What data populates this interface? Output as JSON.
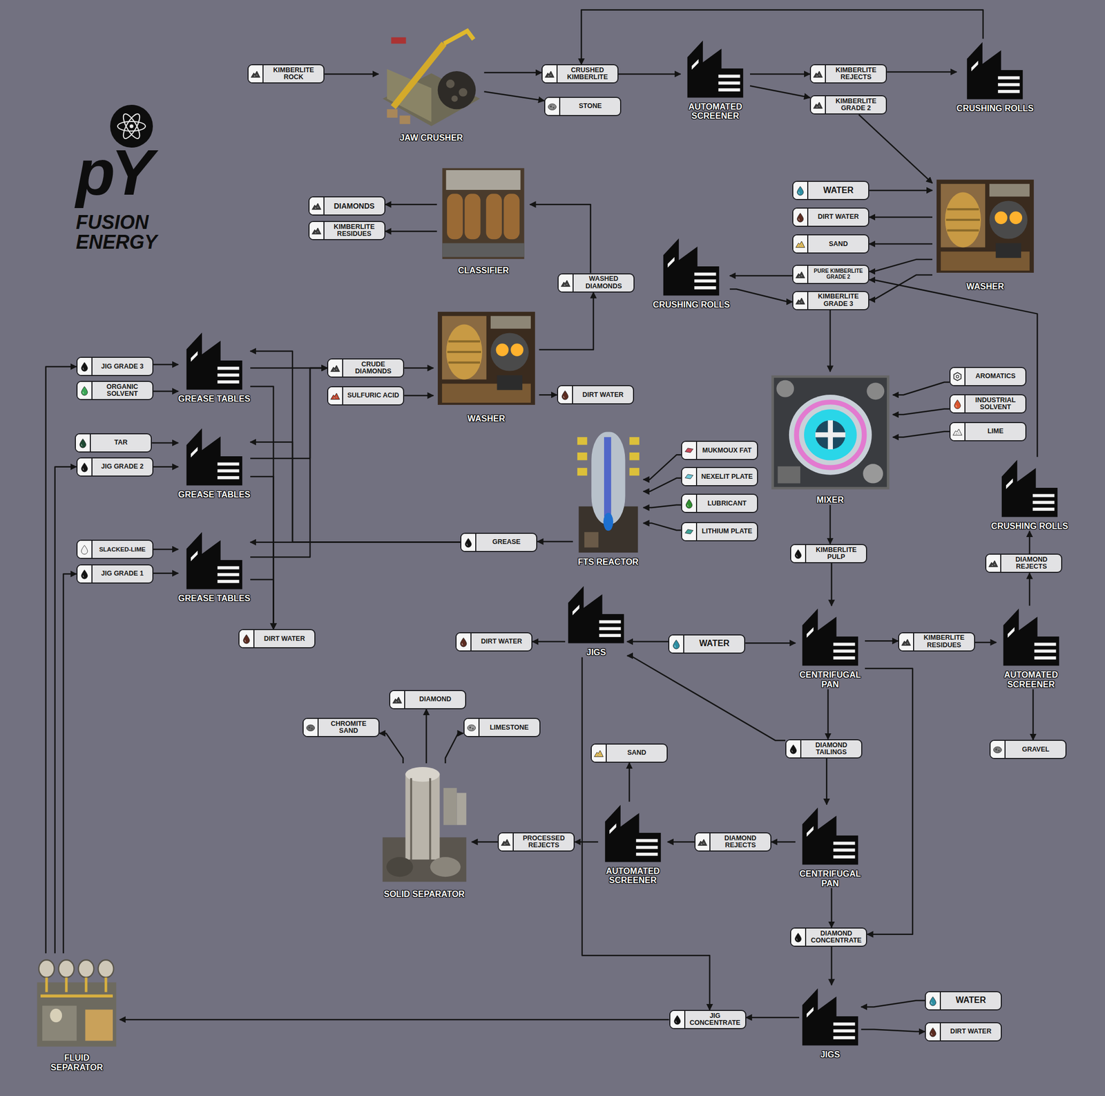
{
  "diagram": {
    "nodes": [
      {
        "text": [
          "KIMBERLITE ROCK"
        ]
      },
      {
        "text": [
          "JAW CRUSHER"
        ]
      },
      {
        "text": [
          "CRUSHED KIMBERLITE"
        ]
      },
      {
        "text": [
          "STONE"
        ]
      },
      {
        "text": [
          "AUTOMATED SCREENER"
        ]
      },
      {
        "text": [
          "KIMBERLITE REJECTS"
        ]
      },
      {
        "text": [
          "KIMBERLITE GRADE 2"
        ]
      },
      {
        "text": [
          "CRUSHING ROLLS"
        ]
      },
      {
        "text": [
          "WATER"
        ]
      },
      {
        "text": [
          "DIRT WATER"
        ]
      },
      {
        "text": [
          "SAND"
        ]
      },
      {
        "text": [
          "PURE KIMBERLITE GRADE 2"
        ]
      },
      {
        "text": [
          "KIMBERLITE GRADE 3"
        ]
      },
      {
        "text": [
          "WASHER"
        ]
      },
      {
        "text": [
          "DIAMONDS"
        ]
      },
      {
        "text": [
          "KIMBERLITE RESIDUES"
        ]
      },
      {
        "text": [
          "CLASSIFIER"
        ]
      },
      {
        "text": [
          "CRUSHING ROLLS"
        ]
      },
      {
        "text": [
          "WASHED DIAMONDS"
        ]
      },
      {
        "text": [
          "JIG GRADE 3"
        ]
      },
      {
        "text": [
          "ORGANIC SOLVENT"
        ]
      },
      {
        "text": [
          "GREASE TABLES"
        ]
      },
      {
        "text": [
          "CRUDE DIAMONDS"
        ]
      },
      {
        "text": [
          "SULFURIC ACID"
        ]
      },
      {
        "text": [
          "WASHER"
        ]
      },
      {
        "text": [
          "DIRT WATER"
        ]
      },
      {
        "text": [
          "AROMATICS"
        ]
      },
      {
        "text": [
          "INDUSTRIAL SOLVENT"
        ]
      },
      {
        "text": [
          "LIME"
        ]
      },
      {
        "text": [
          "MIXER"
        ]
      },
      {
        "text": [
          "TAR"
        ]
      },
      {
        "text": [
          "JIG GRADE 2"
        ]
      },
      {
        "text": [
          "GREASE TABLES"
        ]
      },
      {
        "text": [
          "MUKMOUX FAT"
        ]
      },
      {
        "text": [
          "NEXELIT PLATE"
        ]
      },
      {
        "text": [
          "LUBRICANT"
        ]
      },
      {
        "text": [
          "LITHIUM PLATE"
        ]
      },
      {
        "text": [
          "FTS REACTOR"
        ]
      },
      {
        "text": [
          "CRUSHING ROLLS"
        ]
      },
      {
        "text": [
          "GREASE"
        ]
      },
      {
        "text": [
          "SLACKED-LIME"
        ]
      },
      {
        "text": [
          "JIG GRADE 1"
        ]
      },
      {
        "text": [
          "GREASE TABLES"
        ]
      },
      {
        "text": [
          "KIMBERLITE PULP"
        ]
      },
      {
        "text": [
          "DIAMOND REJECTS"
        ]
      },
      {
        "text": [
          "JIGS"
        ]
      },
      {
        "text": [
          "DIRT WATER"
        ]
      },
      {
        "text": [
          "DIRT WATER"
        ]
      },
      {
        "text": [
          "WATER"
        ]
      },
      {
        "text": [
          "CENTRIFUGAL PAN"
        ]
      },
      {
        "text": [
          "KIMBERLITE RESIDUES"
        ]
      },
      {
        "text": [
          "AUTOMATED SCREENER"
        ]
      },
      {
        "text": [
          "DIAMOND"
        ]
      },
      {
        "text": [
          "CHROMITE SAND"
        ]
      },
      {
        "text": [
          "LIMESTONE"
        ]
      },
      {
        "text": [
          "DIAMOND TAILINGS"
        ]
      },
      {
        "text": [
          "GRAVEL"
        ]
      },
      {
        "text": [
          "SAND"
        ]
      },
      {
        "text": [
          "SOLID SEPARATOR"
        ]
      },
      {
        "text": [
          "AUTOMATED SCREENER"
        ]
      },
      {
        "text": [
          "PROCESSED REJECTS"
        ]
      },
      {
        "text": [
          "DIAMOND REJECTS"
        ]
      },
      {
        "text": [
          "CENTRIFUGAL PAN"
        ]
      },
      {
        "text": [
          "DIAMOND CONCENTRATE"
        ]
      },
      {
        "text": [
          "WATER"
        ]
      },
      {
        "text": [
          "FLUID SEPARATOR"
        ]
      },
      {
        "text": [
          "JIGS"
        ]
      },
      {
        "text": [
          "JIG CONCENTRATE"
        ]
      },
      {
        "text": [
          "DIRT WATER"
        ]
      }
    ],
    "edges": [
      {
        "from": 0,
        "to": 1,
        "arrow": "to"
      },
      {
        "from": 1,
        "to": 2,
        "arrow": "to"
      },
      {
        "from": 1,
        "to": 3,
        "arrow": "to"
      },
      {
        "from": 2,
        "to": 4,
        "arrow": "to"
      },
      {
        "from": 4,
        "to": 5,
        "arrow": "to"
      },
      {
        "from": 4,
        "to": 6,
        "arrow": "to"
      },
      {
        "from": 5,
        "to": 7,
        "arrow": "to"
      },
      {
        "from": 7,
        "to": 2,
        "arrow": "to"
      },
      {
        "from": 6,
        "to": 13,
        "arrow": "to"
      },
      {
        "from": 8,
        "to": 13,
        "arrow": "to"
      },
      {
        "from": 13,
        "to": 9,
        "arrow": "to"
      },
      {
        "from": 13,
        "to": 10,
        "arrow": "to"
      },
      {
        "from": 13,
        "to": 11,
        "arrow": "to"
      },
      {
        "from": 13,
        "to": 12,
        "arrow": "to"
      },
      {
        "from": 11,
        "to": 17,
        "arrow": "to"
      },
      {
        "from": 17,
        "to": 12,
        "arrow": "to"
      },
      {
        "from": 12,
        "to": 29,
        "arrow": "to"
      },
      {
        "from": 26,
        "to": 29,
        "arrow": "to"
      },
      {
        "from": 27,
        "to": 29,
        "arrow": "to"
      },
      {
        "from": 28,
        "to": 29,
        "arrow": "to"
      },
      {
        "from": 29,
        "to": 43,
        "arrow": "to"
      },
      {
        "from": 43,
        "to": 49,
        "arrow": "to"
      },
      {
        "from": 48,
        "to": 49,
        "arrow": "to"
      },
      {
        "from": 48,
        "to": 45,
        "arrow": "to"
      },
      {
        "from": 49,
        "to": 50,
        "arrow": "to"
      },
      {
        "from": 50,
        "to": 51,
        "arrow": "to"
      },
      {
        "from": 51,
        "to": 44,
        "arrow": "to"
      },
      {
        "from": 51,
        "to": 56,
        "arrow": "to"
      },
      {
        "from": 44,
        "to": 38,
        "arrow": "to"
      },
      {
        "from": 38,
        "to": 11,
        "arrow": "to"
      },
      {
        "from": 49,
        "to": 55,
        "arrow": "to"
      },
      {
        "from": 49,
        "to": 63,
        "arrow": "to"
      },
      {
        "from": 55,
        "to": 45,
        "arrow": "to"
      },
      {
        "from": 55,
        "to": 62,
        "arrow": "to"
      },
      {
        "from": 62,
        "to": 61,
        "arrow": "to"
      },
      {
        "from": 61,
        "to": 59,
        "arrow": "to"
      },
      {
        "from": 59,
        "to": 57,
        "arrow": "to"
      },
      {
        "from": 59,
        "to": 60,
        "arrow": "to"
      },
      {
        "from": 60,
        "to": 58,
        "arrow": "to"
      },
      {
        "from": 58,
        "to": 53,
        "arrow": "to"
      },
      {
        "from": 58,
        "to": 52,
        "arrow": "to"
      },
      {
        "from": 58,
        "to": 54,
        "arrow": "to"
      },
      {
        "from": 45,
        "to": 47,
        "arrow": "to"
      },
      {
        "from": 45,
        "to": 67,
        "arrow": "to"
      },
      {
        "from": 62,
        "to": 63,
        "arrow": "to"
      },
      {
        "from": 63,
        "to": 66,
        "arrow": "to"
      },
      {
        "from": 64,
        "to": 66,
        "arrow": "to"
      },
      {
        "from": 66,
        "to": 68,
        "arrow": "to"
      },
      {
        "from": 66,
        "to": 67,
        "arrow": "to"
      },
      {
        "from": 67,
        "to": 65,
        "arrow": "to"
      },
      {
        "from": 65,
        "to": 19,
        "arrow": "to"
      },
      {
        "from": 65,
        "to": 31,
        "arrow": "to"
      },
      {
        "from": 65,
        "to": 41,
        "arrow": "to"
      },
      {
        "from": 19,
        "to": 21,
        "arrow": "to"
      },
      {
        "from": 20,
        "to": 21,
        "arrow": "to"
      },
      {
        "from": 30,
        "to": 32,
        "arrow": "to"
      },
      {
        "from": 31,
        "to": 32,
        "arrow": "to"
      },
      {
        "from": 40,
        "to": 42,
        "arrow": "to"
      },
      {
        "from": 41,
        "to": 42,
        "arrow": "to"
      },
      {
        "from": 21,
        "to": 22,
        "arrow": "to"
      },
      {
        "from": 32,
        "to": 22,
        "arrow": "to"
      },
      {
        "from": 42,
        "to": 22,
        "arrow": "to"
      },
      {
        "from": 21,
        "to": 46,
        "arrow": "to"
      },
      {
        "from": 32,
        "to": 46,
        "arrow": "to"
      },
      {
        "from": 42,
        "to": 46,
        "arrow": "to"
      },
      {
        "from": 39,
        "to": 21,
        "arrow": "to"
      },
      {
        "from": 39,
        "to": 32,
        "arrow": "to"
      },
      {
        "from": 39,
        "to": 42,
        "arrow": "to"
      },
      {
        "from": 33,
        "to": 37,
        "arrow": "to"
      },
      {
        "from": 34,
        "to": 37,
        "arrow": "to"
      },
      {
        "from": 35,
        "to": 37,
        "arrow": "to"
      },
      {
        "from": 36,
        "to": 37,
        "arrow": "to"
      },
      {
        "from": 37,
        "to": 39,
        "arrow": "to"
      },
      {
        "from": 22,
        "to": 24,
        "arrow": "to"
      },
      {
        "from": 23,
        "to": 24,
        "arrow": "to"
      },
      {
        "from": 24,
        "to": 25,
        "arrow": "to"
      },
      {
        "from": 24,
        "to": 18,
        "arrow": "to"
      },
      {
        "from": 18,
        "to": 16,
        "arrow": "to"
      },
      {
        "from": 16,
        "to": 14,
        "arrow": "to"
      },
      {
        "from": 16,
        "to": 15,
        "arrow": "to"
      }
    ],
    "labels": [
      "pY",
      "FUSION ENERGY"
    ]
  }
}
